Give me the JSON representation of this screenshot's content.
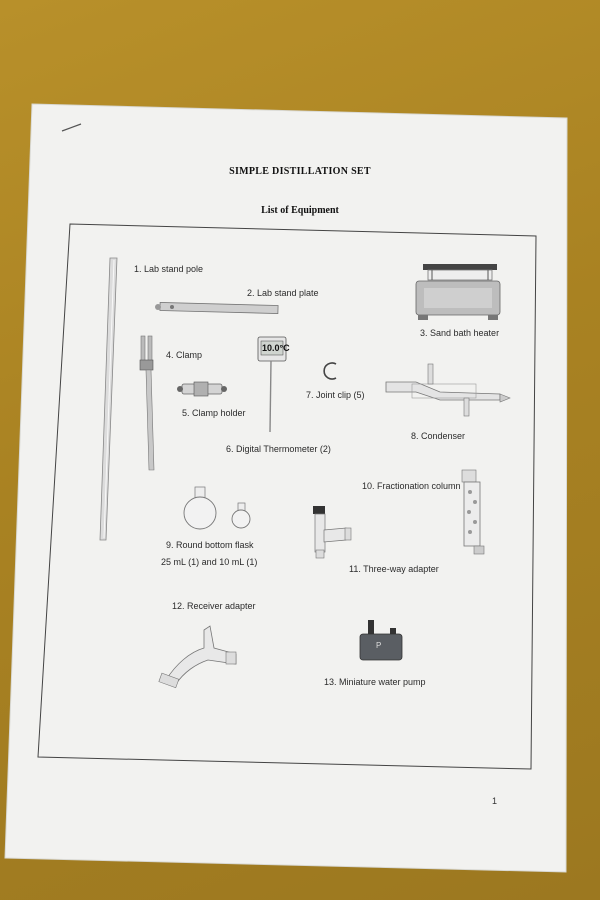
{
  "document": {
    "title": "SIMPLE DISTILLATION SET",
    "subtitle": "List of Equipment",
    "page_number": "1"
  },
  "equipment": [
    {
      "label": "1. Lab stand pole"
    },
    {
      "label": "2. Lab stand plate"
    },
    {
      "label": "3. Sand bath heater"
    },
    {
      "label": "4. Clamp"
    },
    {
      "label": "5. Clamp holder"
    },
    {
      "label": "6. Digital Thermometer (2)"
    },
    {
      "label": "7. Joint clip (5)"
    },
    {
      "label": "8. Condenser"
    },
    {
      "label": "9. Round bottom flask"
    },
    {
      "label": "10. Fractionation column"
    },
    {
      "label": "11. Three-way adapter"
    },
    {
      "label": "12. Receiver adapter"
    },
    {
      "label": "13. Miniature water pump"
    }
  ],
  "flask_sizes": "25 mL (1) and 10 mL (1)",
  "thermometer_display": "10.0°C",
  "pump_letter": "P",
  "colors": {
    "background": "#a98222",
    "paper": "#f3f3f1",
    "ink": "#2b2b2b"
  }
}
